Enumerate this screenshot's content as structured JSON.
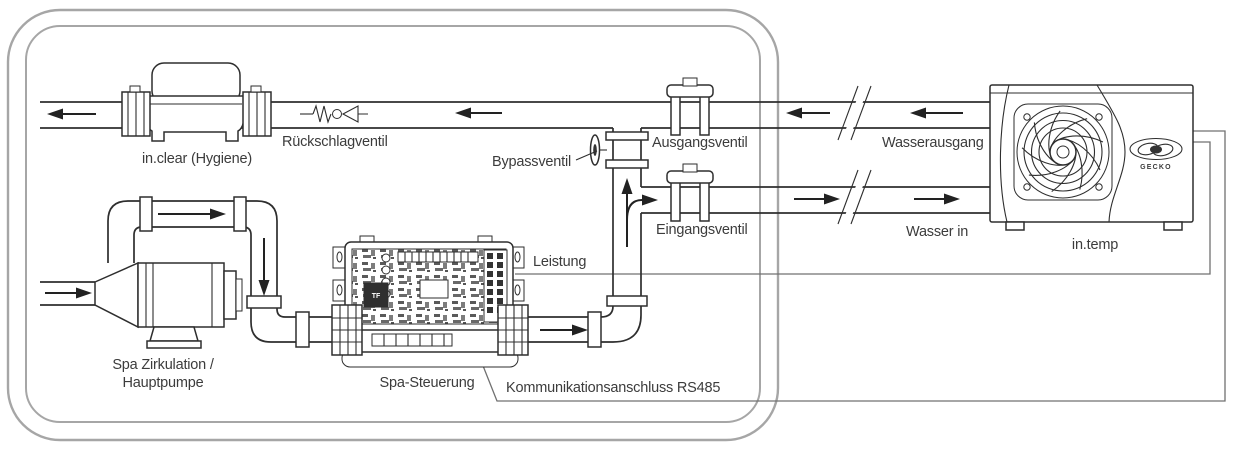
{
  "diagram": {
    "labels": {
      "in_clear": "in.clear (Hygiene)",
      "rueckschlagventil": "Rückschlagventil",
      "bypassventil": "Bypassventil",
      "ausgangsventil": "Ausgangsventil",
      "eingangsventil": "Eingangsventil",
      "wasserausgang": "Wasserausgang",
      "wasser_in": "Wasser in",
      "in_temp": "in.temp",
      "gecko": "GECKO",
      "tf": "TF",
      "leistung": "Leistung",
      "spa_zirkulation_line1": "Spa Zirkulation /",
      "spa_zirkulation_line2": "Hauptpumpe",
      "spa_steuerung": "Spa-Steuerung",
      "kommunikation": "Kommunikationsanschluss RS485"
    },
    "colors": {
      "line": "#2e2e2e",
      "enclosure_border": "#a6a6a6",
      "communication_line": "#707070",
      "text": "#3c3c3c",
      "background": "#ffffff"
    }
  }
}
